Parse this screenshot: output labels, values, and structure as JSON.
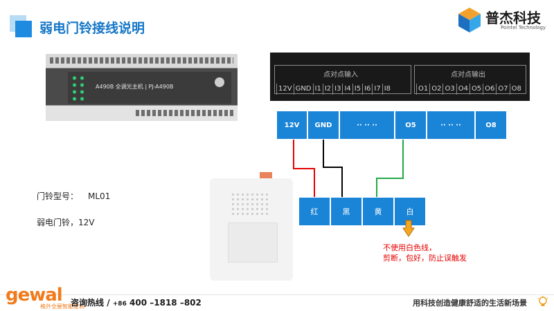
{
  "header": {
    "title": "弱电门铃接线说明",
    "brand_cn": "普杰科技",
    "brand_en": "Pointel Technology"
  },
  "controller": {
    "label": "A490B 全调光主机 | PJ-A490B"
  },
  "terminal_block": {
    "input_header": "点对点输入",
    "output_header": "点对点输出",
    "input_pins": [
      "12V",
      "GND",
      "I1",
      "I2",
      "I3",
      "I4",
      "I5",
      "I6",
      "I7",
      "I8"
    ],
    "output_pins": [
      "O1",
      "O2",
      "O3",
      "O4",
      "O5",
      "O6",
      "O7",
      "O8"
    ]
  },
  "terminals": [
    "12V",
    "GND",
    "·· ·· ··",
    "O5",
    "·· ·· ··",
    "O8"
  ],
  "bell_wires": [
    "红",
    "黑",
    "黄",
    "白"
  ],
  "warning": {
    "line1": "不使用白色线，",
    "line2": "剪断，包好，防止误触发"
  },
  "info": {
    "model_label": "门铃型号：",
    "model_value": "ML01",
    "spec": "弱电门铃，12V"
  },
  "footer": {
    "logo": "gewal",
    "logo_sub": "格外全屋智能定制",
    "hotline_label": "咨询热线",
    "hotline_prefix": "+86",
    "hotline_number": "400 –1818 –802",
    "slogan": "用科技创造健康舒适的生活新场景"
  },
  "colors": {
    "accent_blue": "#1a84d6",
    "title_blue": "#1476c8",
    "wire_red": "#e60000",
    "wire_black": "#000000",
    "wire_green": "#22a845",
    "warning_red": "#e60000",
    "brand_orange": "#f07b1c"
  }
}
